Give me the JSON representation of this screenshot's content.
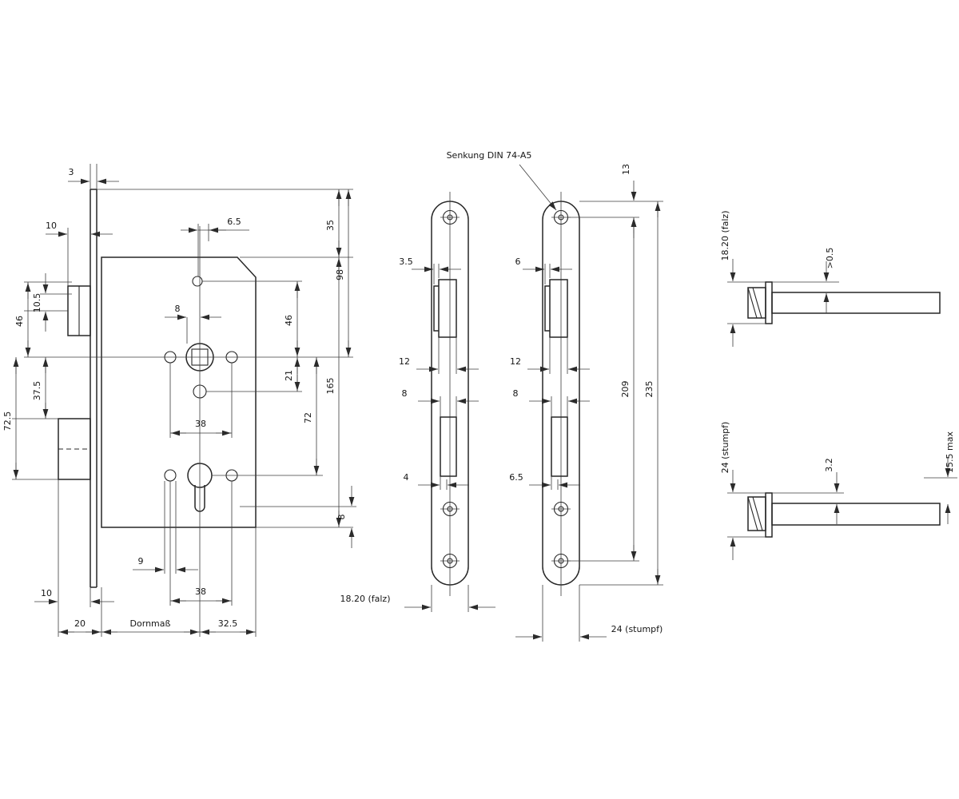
{
  "drawing": {
    "lock_case": {
      "t3": "3",
      "t10_top": "10",
      "t10_5": "10.5",
      "t46_left": "46",
      "t37_5": "37.5",
      "t72_5": "72.5",
      "t8_nut": "8",
      "t6_5": "6.5",
      "t35": "35",
      "t98": "98",
      "t46_right": "46",
      "t21": "21",
      "t72": "72",
      "t165": "165",
      "t38_mid": "38",
      "t8_bottom": "8",
      "t9": "9",
      "t38_bottom": "38",
      "t10_bottom": "10",
      "t20": "20",
      "dornmass": "Dornmaß",
      "t32_5": "32.5"
    },
    "strike_falz": {
      "t3_5": "3.5",
      "t12": "12",
      "t8": "8",
      "t4": "4",
      "t18_20": "18.20 (falz)"
    },
    "strike_stumpf": {
      "senkung": "Senkung DIN 74-A5",
      "t6": "6",
      "t12": "12",
      "t8": "8",
      "t6_5": "6.5",
      "t13": "13",
      "t209": "209",
      "t235": "235",
      "t24": "24 (stumpf)"
    },
    "latch_falz": {
      "t18_20": "18.20 (falz)",
      "t0_5": ">0.5"
    },
    "latch_stumpf": {
      "t24": "24 (stumpf)",
      "t3_2": "3.2",
      "t15_5": "15.5 max"
    }
  }
}
